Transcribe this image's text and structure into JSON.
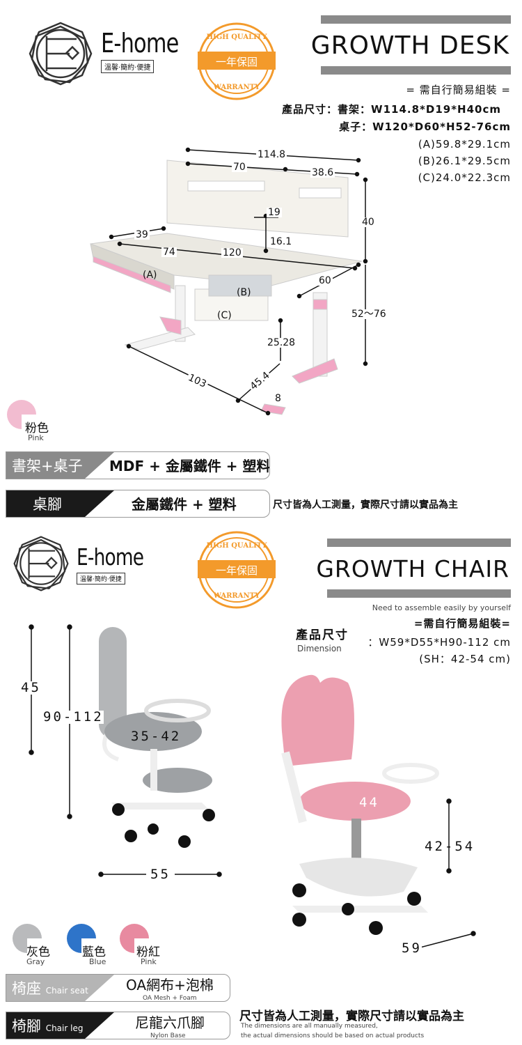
{
  "brand": {
    "name": "E-home",
    "tagline": "溫馨·簡約·便捷"
  },
  "badge": {
    "top": "HIGH QUALITY",
    "center": "一年保固",
    "bottom": "WARRANTY",
    "color": "#f39a2b"
  },
  "desk": {
    "title": "GROWTH DESK",
    "assembly": "=  需自行簡易組裝  =",
    "size_label": "產品尺寸：書架：W114.8*D19*H40cm",
    "desk_size": "桌子：W120*D60*H52-76cm",
    "drawers": [
      "(A)59.8*29.1cm",
      "(B)26.1*29.5cm",
      "(C)24.0*22.3cm"
    ],
    "dims": {
      "d1": "114.8",
      "d2": "70",
      "d3": "38.6",
      "d4": "19",
      "d5": "40",
      "d6": "16.1",
      "d7": "39",
      "d8": "74",
      "d9": "120",
      "d10": "60",
      "a": "(A)",
      "b": "(B)",
      "c": "(C)",
      "d11": "52～76",
      "d12": "25.28",
      "d13": "103",
      "d14": "45.4",
      "d15": "8"
    },
    "color": {
      "cn": "粉色",
      "en": "Pink",
      "hex": "#f2bcd0"
    },
    "materials": [
      {
        "label": "書架+桌子",
        "value": "MDF + 金屬鐵件 + 塑料",
        "bg": "#8a8a8a"
      },
      {
        "label": "桌腳",
        "value": "金屬鐵件 + 塑料",
        "bg": "#1a1a1a"
      }
    ],
    "note": "尺寸皆為人工測量，實際尺寸請以實品為主"
  },
  "chair": {
    "title": "GROWTH CHAIR",
    "assembly_en": "Need to assemble easily by yourself",
    "assembly": "=需自行簡易組裝=",
    "size_cn": "產品尺寸",
    "size_en": "Dimension",
    "size": "：W59*D55*H90-112 cm",
    "seat_height": "(SH：42-54 cm)",
    "dims": {
      "d1": "45",
      "d2": "90-112",
      "d3": "35-42",
      "d4": "55",
      "d5": "44",
      "d6": "42-54",
      "d7": "59"
    },
    "colors": [
      {
        "cn": "灰色",
        "en": "Gray",
        "hex": "#b9babc"
      },
      {
        "cn": "藍色",
        "en": "Blue",
        "hex": "#2e74c9"
      },
      {
        "cn": "粉紅",
        "en": "Pink",
        "hex": "#e88aa0"
      }
    ],
    "materials": [
      {
        "label": "椅座",
        "label_en": "Chair seat",
        "value": "OA網布+泡棉",
        "value_en": "OA Mesh + Foam",
        "bg": "#b5b5b5"
      },
      {
        "label": "椅腳",
        "label_en": "Chair leg",
        "value": "尼龍六爪腳",
        "value_en": "Nylon Base",
        "bg": "#1a1a1a"
      }
    ],
    "note": "尺寸皆為人工測量，實際尺寸請以實品為主",
    "note_en1": "The dimensions are all manually measured,",
    "note_en2": "the actual dimensions should be based on actual products"
  }
}
